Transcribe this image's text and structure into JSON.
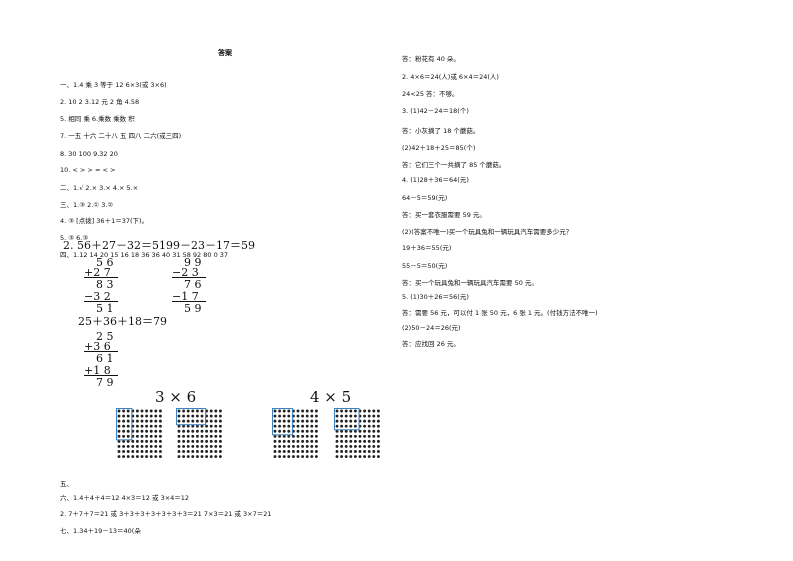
{
  "title": "答案",
  "left_lines": [
    "一、1.4 乘 3 等于 12   6×3(或 3×6)",
    "2.  10   2   3.12 元 2 角   4.58",
    "5.  相同   乘   6.乘数   乘数   积",
    "7.  一五   十六   二十八   五   四八   二六(或三四)",
    "8.  30   100   9.32   20",
    "10.  <   >   >   =   <   >",
    "二、1.√   2.×   3.×   4.×   5.×",
    "三、1.③   2.①   3.②",
    "4.  ③ [点拨] 36＋1＝37(下)。",
    "5.  ③   6.③",
    "四、1.12   14   20   15   16   18   36   36   40   31   58   92   80   0   37",
    "五、",
    "六、1.4＋4＋4＝12   4×3＝12 或 3×4＝12",
    "2.  7＋7＋7＝21 或 3＋3＋3＋3＋3＋3＋3＝21   7×3＝21 或 3×7＝21",
    "七、1.34＋19－13＝40(朵"
  ],
  "right_lines": [
    "答：粉花有 40 朵。",
    "2.  4×6＝24(人)或 6×4＝24(人)",
    "24<25   答：不够。",
    "3.  (1)42－24＝18(个)",
    "答：小灰摘了 18 个蘑菇。",
    "(2)42＋18＋25＝85(个)",
    "答：它们三个一共摘了 85 个蘑菇。",
    "4.  (1)28＋36＝64(元)",
    "64－5＝59(元)",
    "答：买一套衣服需要 59 元。",
    "(2)(答案不唯一)买一个玩具兔和一辆玩具汽车需要多少元？",
    "19＋36＝55(元)",
    "55－5＝50(元)",
    "答：买一个玩具兔和一辆玩具汽车需要 50 元。",
    "5.  (1)30＋26＝56(元)",
    "答：需要 56 元，可以付 1 张 50 元，6 张 1 元。(付钱方法不唯一)",
    "(2)50－24＝26(元)",
    "答：应找回 26 元。"
  ],
  "calc_heading_1": "2.  56＋27－32＝51",
  "calc_heading_2": "99－23－17＝59",
  "calc_heading_3": "25＋36＋18＝79",
  "vertical_1": [
    "5 6",
    "+2 7",
    "8 3",
    "−3 2",
    "5 1"
  ],
  "vertical_2": [
    "9 9",
    "−2 3",
    "7 6",
    "−1 7",
    "5 9"
  ],
  "vertical_3": [
    "2 5",
    "+3 6",
    "6 1",
    "+1 8",
    "7 9"
  ],
  "dot_labels": [
    "3 × 6",
    "4 × 5"
  ],
  "dot_grid": {
    "rows": 10,
    "cols": 10,
    "dot_color": "#222222",
    "highlight_color": "#3b82c4",
    "highlight_1": {
      "rows": 6,
      "cols": 3
    },
    "highlight_2": {
      "rows": 5,
      "cols": 4
    }
  }
}
